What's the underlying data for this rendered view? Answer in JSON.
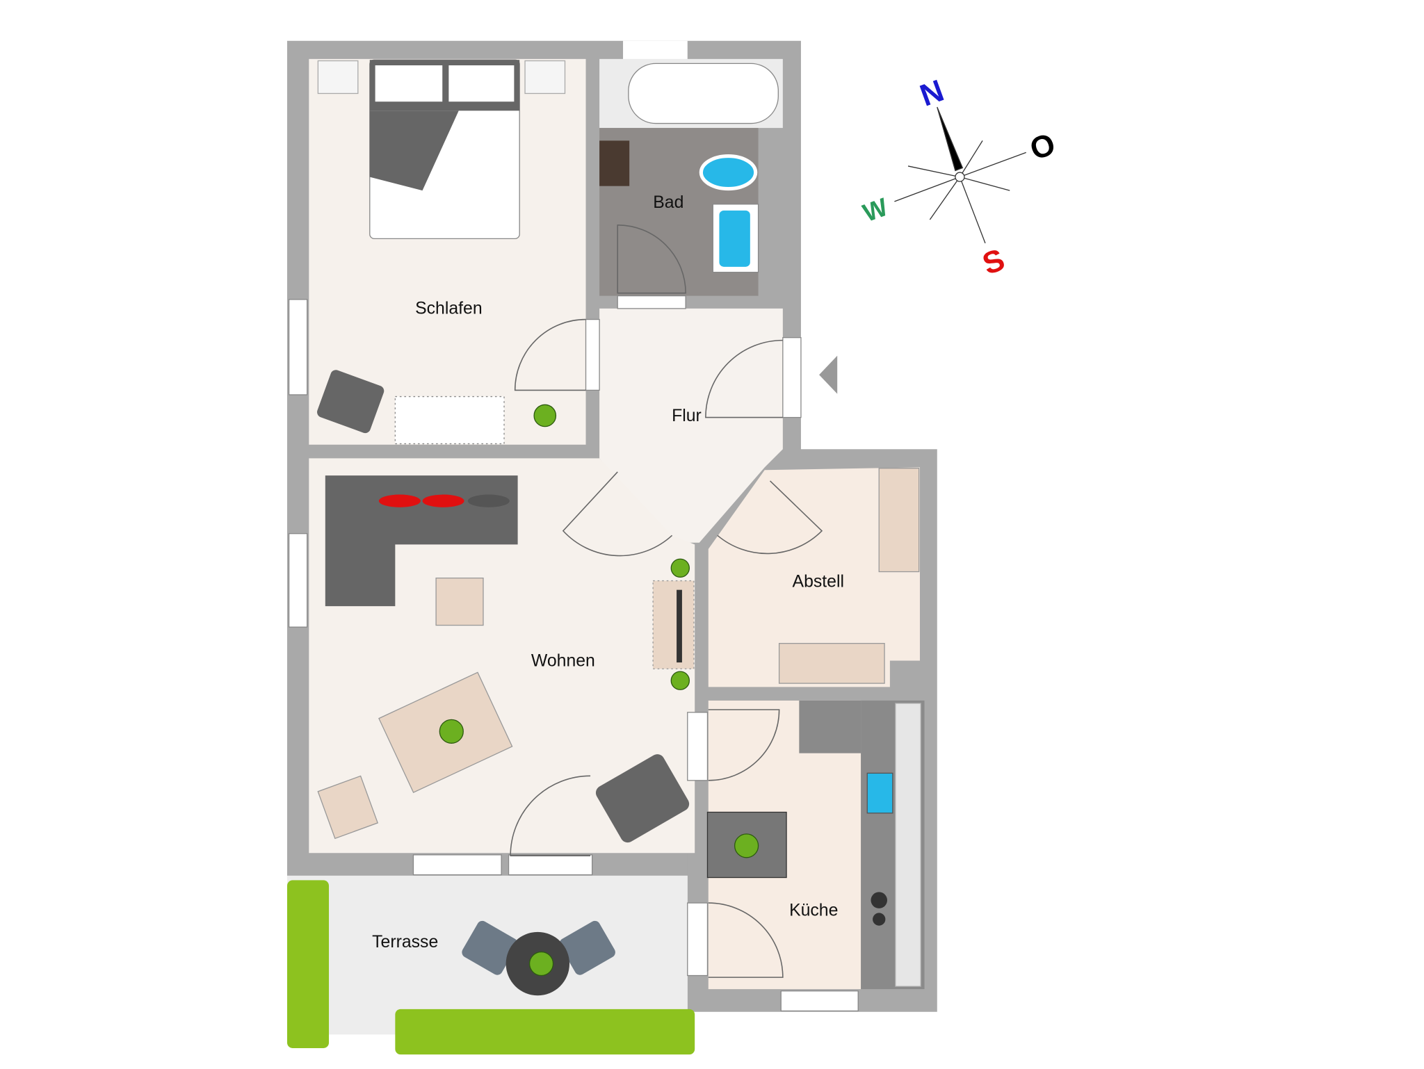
{
  "rooms": {
    "schlafen": "Schlafen",
    "bad": "Bad",
    "flur": "Flur",
    "wohnen": "Wohnen",
    "abstell": "Abstell",
    "kueche": "Küche",
    "terrasse": "Terrasse"
  },
  "compass": {
    "north": "N",
    "east": "O",
    "south": "S",
    "west": "W"
  },
  "colors": {
    "wall": "#a9a9a9",
    "floor": "#f6f2ee",
    "floor_peach": "#f7ece3",
    "bath_floor": "#8f8b89",
    "hedge": "#8dc21f",
    "north": "#1a1ad0",
    "east": "#000000",
    "south": "#e01010",
    "west": "#2a9a5a"
  }
}
